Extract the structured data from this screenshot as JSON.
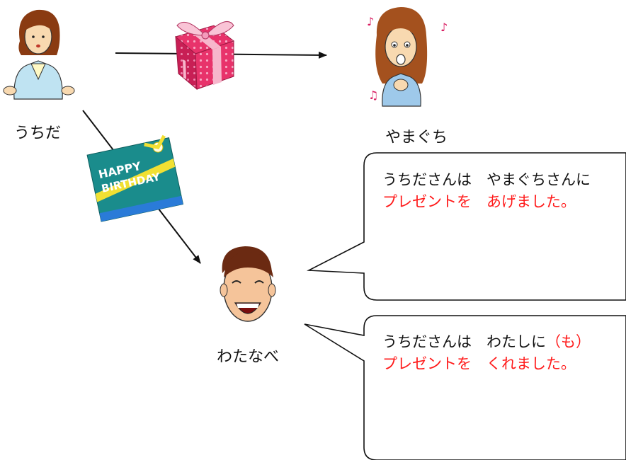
{
  "people": {
    "uchida": "うちだ",
    "yamaguchi": "やまぐち",
    "watanabe": "わたなべ"
  },
  "gift_card": {
    "line1": "HAPPY",
    "line2": "BIRTHDAY"
  },
  "bubble_top": {
    "line1": "うちださんは　やまぐちさんに",
    "line2": "プレゼントを　あげました。"
  },
  "bubble_bottom": {
    "line1_black": "うちださんは　わたしに",
    "line1_red": "（も）",
    "line2": "プレゼントを　くれました。"
  },
  "colors": {
    "highlight": "#ff1a1a",
    "text": "#111111",
    "gift_pink": "#e8336b",
    "card_teal": "#1a8c8c"
  }
}
